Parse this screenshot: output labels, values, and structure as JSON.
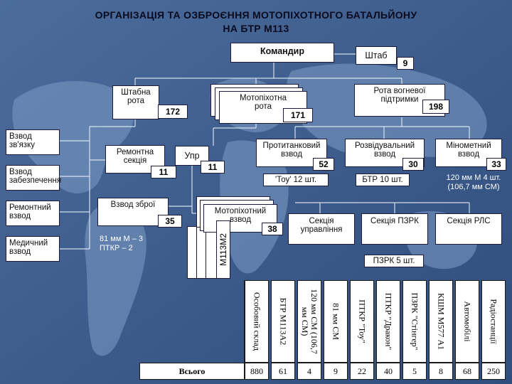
{
  "title_line1": "ОРГАНІЗАЦІЯ ТА ОЗБРОЄННЯ МОТОПІХОТНОГО БАТАЛЬЙОНУ",
  "title_line2": "НА БТР М113",
  "commander": "Командир",
  "hq": {
    "label": "Штаб",
    "count": "9"
  },
  "hq_company": {
    "label": "Штабна рота",
    "count": "172"
  },
  "mech_company": {
    "label": "Мотопіхотна рота",
    "count": "171"
  },
  "fire_support": {
    "label": "Рота вогневої підтримки",
    "count": "198"
  },
  "left_platoons": [
    {
      "id": "signal",
      "label": "Взвод зв'язку"
    },
    {
      "id": "supply",
      "label": "Взвод забезпечення"
    },
    {
      "id": "repair",
      "label": "Ремонтний взвод"
    },
    {
      "id": "medical",
      "label": "Медичний взвод"
    }
  ],
  "repair_section": {
    "label": "Ремонтна секція",
    "count": "11"
  },
  "control": {
    "label": "Упр",
    "count": "11"
  },
  "weapons_platoon": {
    "label": "Взвод зброї",
    "count": "35"
  },
  "weapons_note": "81 мм М – 3 ПТКР – 2",
  "mech_platoon": {
    "label": "Мотопіхотний взвод",
    "count": "38"
  },
  "vehicle_label": "M113M2",
  "antitank": {
    "label": "Протитанковий взвод",
    "count": "52",
    "note": "'Тоу' 12 шт."
  },
  "recon": {
    "label": "Розвідувальний взвод",
    "count": "30",
    "note": "БТР 10 шт."
  },
  "mortar": {
    "label": "Мінометний взвод",
    "count": "33",
    "note": "120 мм М 4 шт. (106,7 мм СМ)"
  },
  "mgmt_section": "Секція управління",
  "sam_section": "Секція ПЗРК",
  "sam_note": "ПЗРК 5 шт.",
  "radar_section": "Секція РЛС",
  "table": {
    "total_label": "Всього",
    "columns": [
      {
        "header": "Особовий склад",
        "value": "880"
      },
      {
        "header": "БТР М113А2",
        "value": "61"
      },
      {
        "header": "120 мм СМ (106,7 мм СМ)",
        "value": "4"
      },
      {
        "header": "81 мм СМ",
        "value": "9"
      },
      {
        "header": "ПТКР \"Тоу\"",
        "value": "22"
      },
      {
        "header": "ПТКР \"Дракон\"",
        "value": "40"
      },
      {
        "header": "ПЗРК \"Стінгер\"",
        "value": "5"
      },
      {
        "header": "КШМ М577 А1",
        "value": "8"
      },
      {
        "header": "Автомобілі",
        "value": "68"
      },
      {
        "header": "Радіостанції",
        "value": "250"
      }
    ]
  },
  "colors": {
    "background": "#3f5f8e",
    "map": "#7e9cc6",
    "lines": "#e6ecf6"
  }
}
